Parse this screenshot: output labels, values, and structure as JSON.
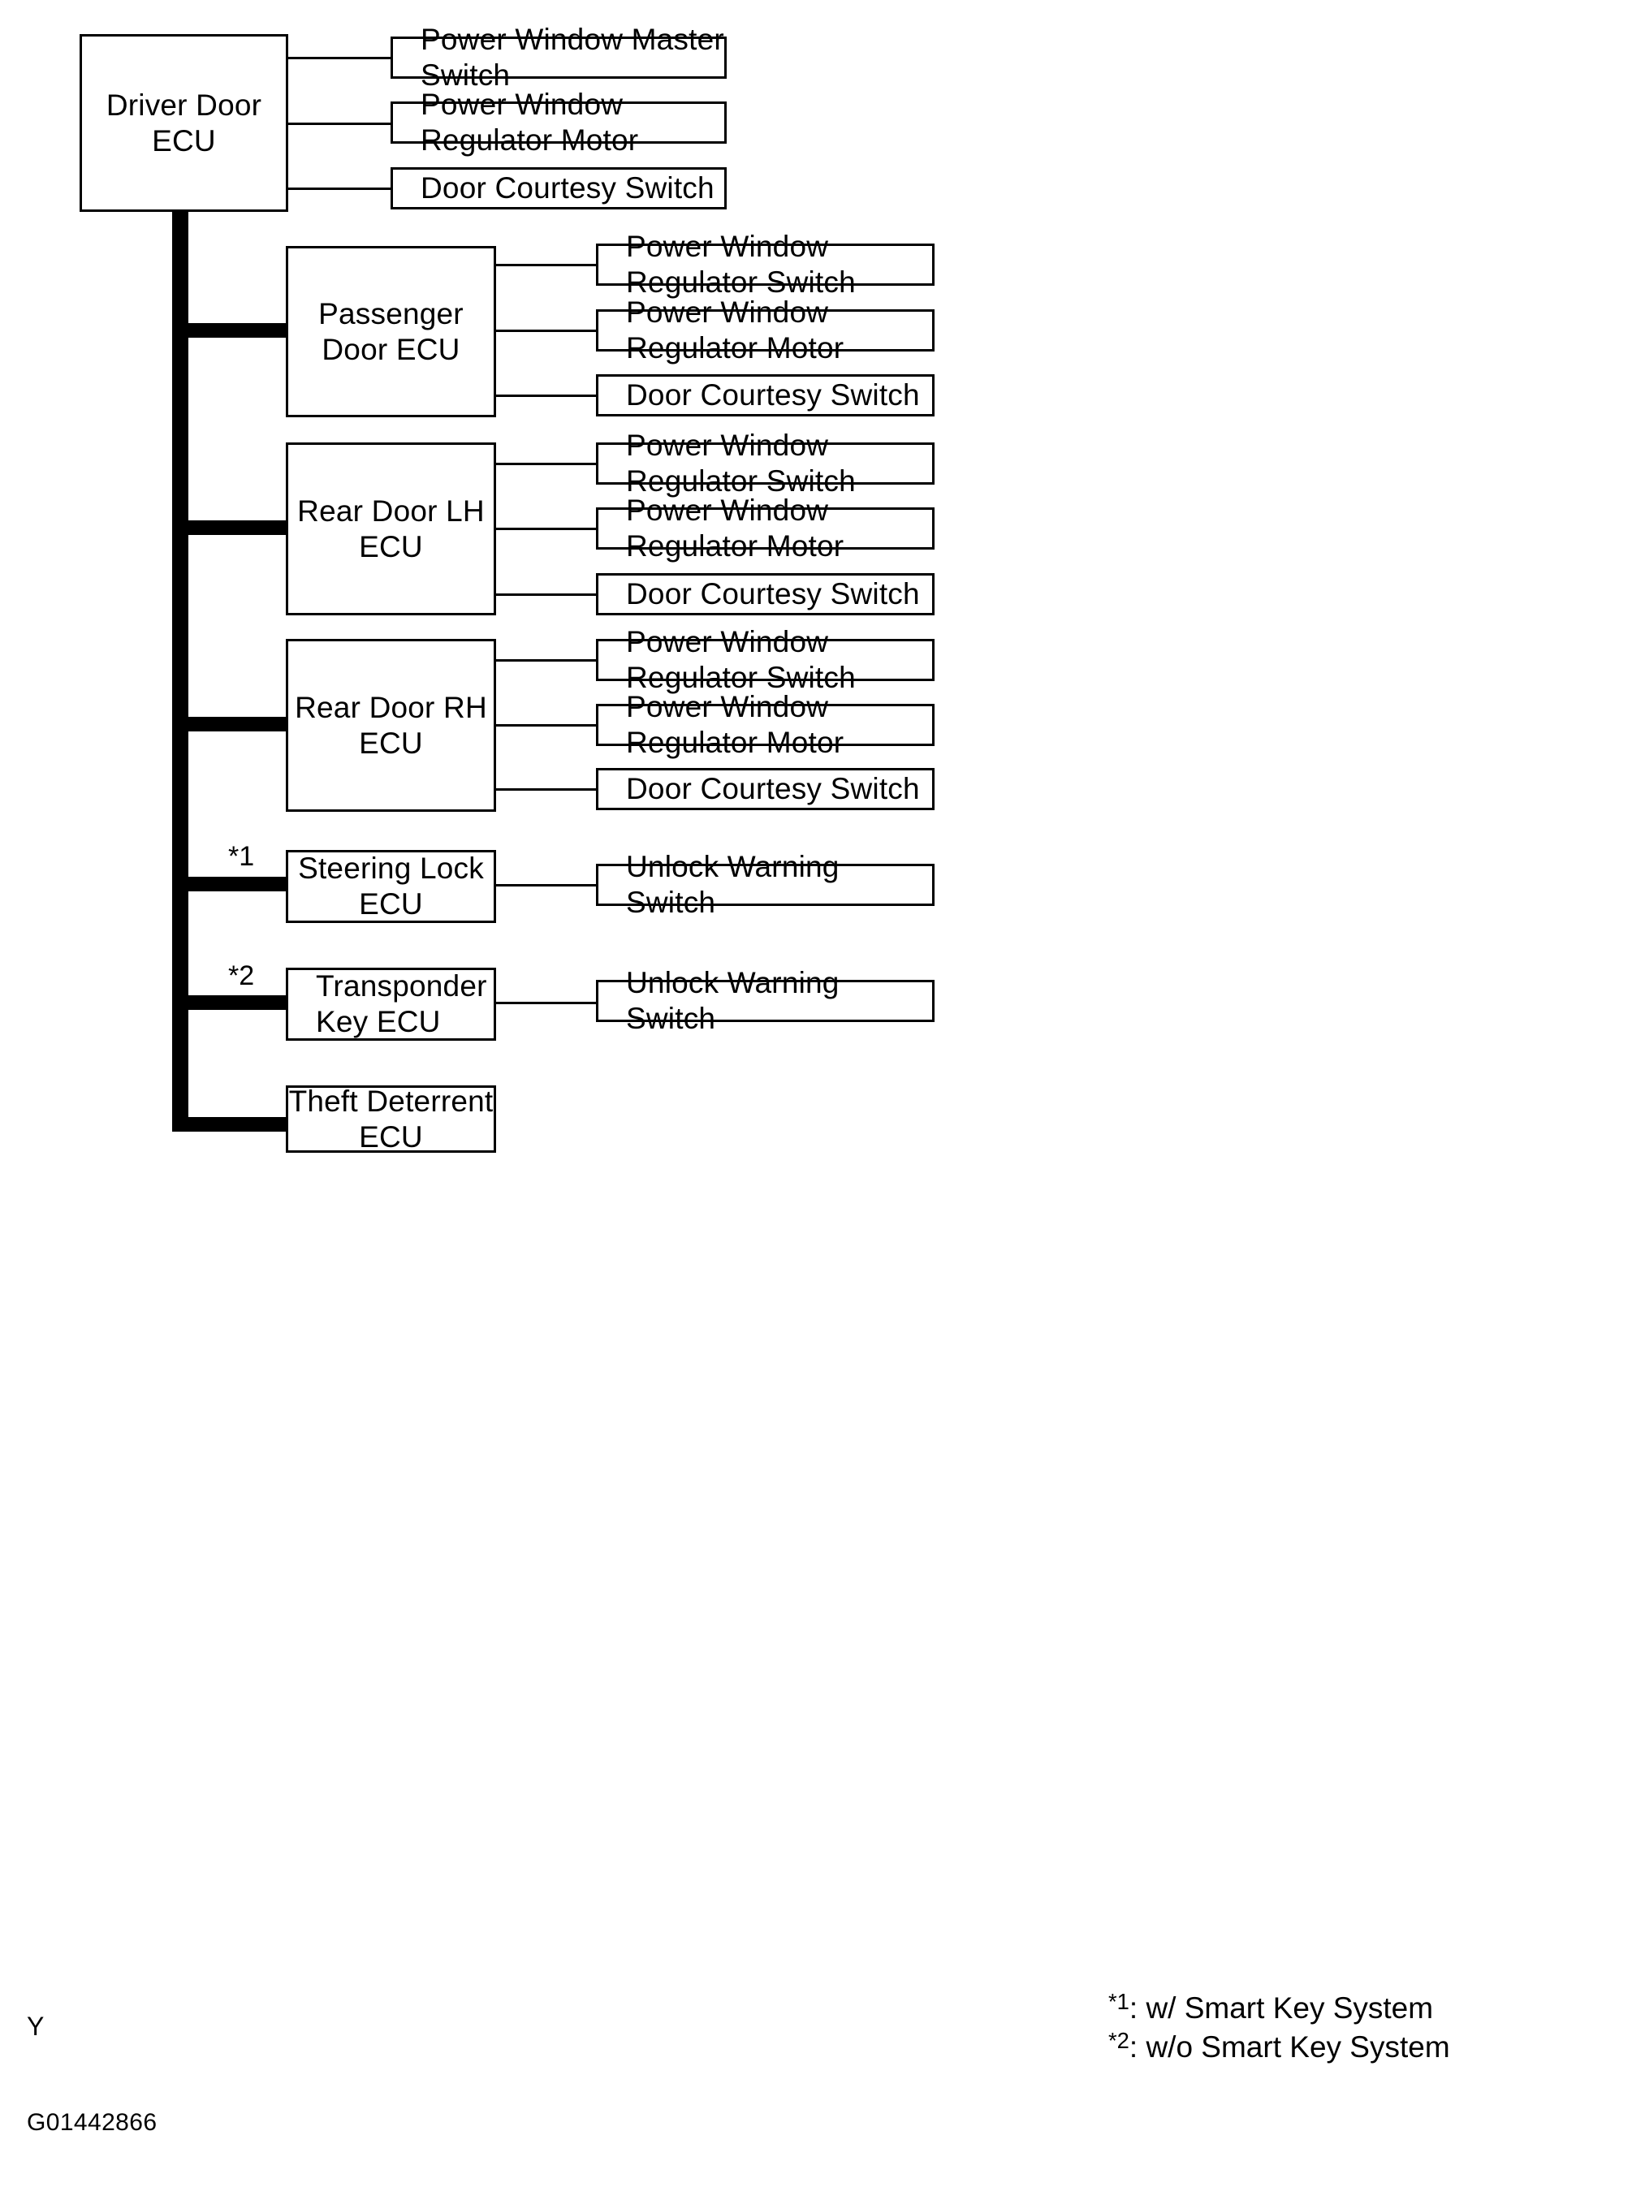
{
  "diagram": {
    "title": "Door Control System Block Diagram",
    "line_color": "#000000",
    "background_color": "#ffffff",
    "nodes": {
      "driver_door_ecu": "Driver Door ECU",
      "passenger_door_ecu": "Passenger Door ECU",
      "rear_door_lh_ecu": "Rear Door LH ECU",
      "rear_door_rh_ecu": "Rear Door RH ECU",
      "steering_lock_ecu": "Steering Lock ECU",
      "transponder_key_ecu_line1": "Transponder",
      "transponder_key_ecu_line2": "Key ECU",
      "theft_deterrent_ecu": "Theft Deterrent ECU"
    },
    "driver_peripherals": [
      "Power Window Master Switch",
      "Power Window Regulator Motor",
      "Door Courtesy Switch"
    ],
    "passenger_peripherals": [
      "Power Window Regulator Switch",
      "Power Window Regulator Motor",
      "Door Courtesy Switch"
    ],
    "rear_lh_peripherals": [
      "Power Window Regulator Switch",
      "Power Window Regulator Motor",
      "Door Courtesy Switch"
    ],
    "rear_rh_peripherals": [
      "Power Window Regulator Switch",
      "Power Window Regulator Motor",
      "Door Courtesy Switch"
    ],
    "steering_lock_peripheral": "Unlock Warning Switch",
    "transponder_key_peripheral": "Unlock Warning Switch",
    "note_markers": {
      "steering_lock": "*1",
      "transponder_key": "*2"
    },
    "footnotes": [
      {
        "marker": "*1",
        "text": ": w/ Smart Key System"
      },
      {
        "marker": "*2",
        "text": ": w/o Smart Key System"
      }
    ],
    "page_mark": "Y",
    "figure_id": "G01442866"
  }
}
